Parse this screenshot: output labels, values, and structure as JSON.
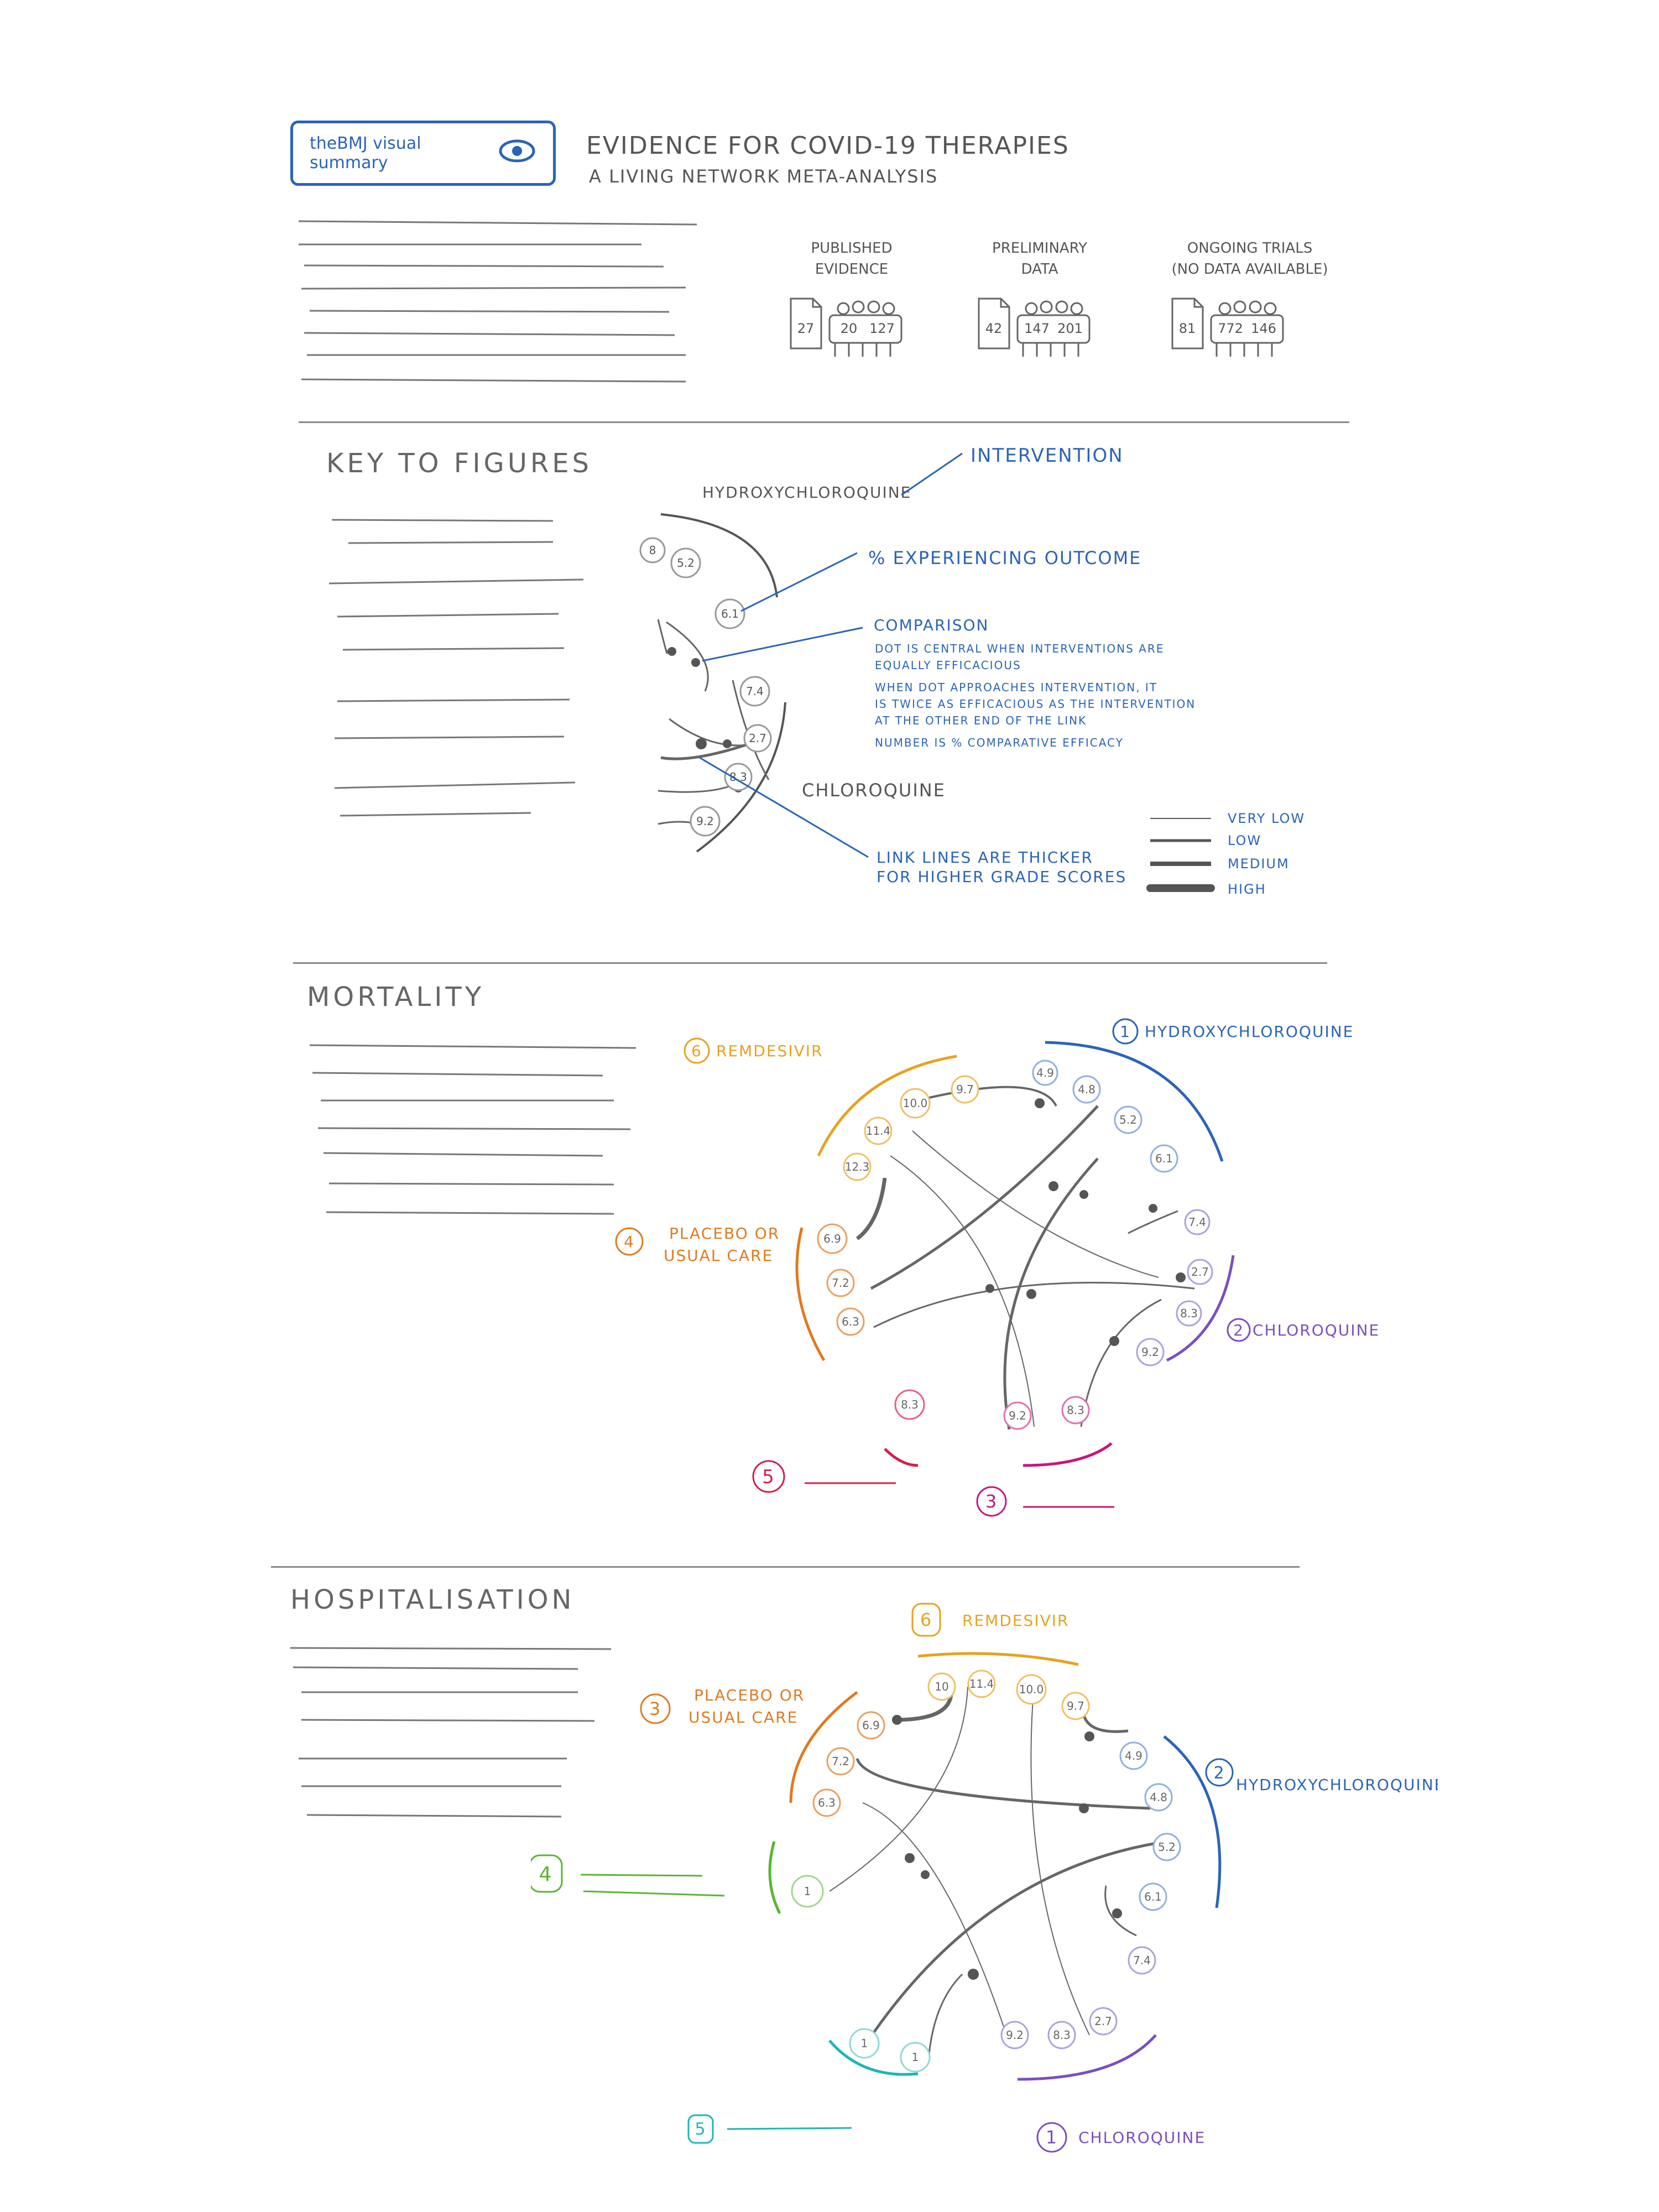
{
  "header": {
    "badge_label": "theBMJ visual summary",
    "title": "EVIDENCE FOR COVID-19 THERAPIES",
    "subtitle": "A LIVING NETWORK META-ANALYSIS"
  },
  "stats": [
    {
      "heading_line1": "PUBLISHED",
      "heading_line2": "EVIDENCE",
      "doc": "27",
      "people_a": "20",
      "people_b": "127"
    },
    {
      "heading_line1": "PRELIMINARY",
      "heading_line2": "DATA",
      "doc": "42",
      "people_a": "147",
      "people_b": "201"
    },
    {
      "heading_line1": "ONGOING TRIALS",
      "heading_line2": "(NO DATA AVAILABLE)",
      "doc": "81",
      "people_a": "772",
      "people_b": "146"
    }
  ],
  "key": {
    "title": "KEY TO FIGURES",
    "intervention_top": "HYDROXYCHLOROQUINE",
    "intervention_bottom": "CHLOROQUINE",
    "ann_intervention": "INTERVENTION",
    "ann_percent": "% EXPERIENCING OUTCOME",
    "ann_comparison": "COMPARISON",
    "ann_comparison_notes": [
      "DOT IS CENTRAL WHEN INTERVENTIONS ARE",
      "EQUALLY EFFICACIOUS",
      "WHEN DOT APPROACHES INTERVENTION, IT",
      "IS TWICE AS EFFICACIOUS AS THE INTERVENTION",
      "AT THE OTHER END OF THE LINK",
      "NUMBER IS % COMPARATIVE EFFICACY"
    ],
    "ann_link_line1": "LINK LINES ARE THICKER",
    "ann_link_line2": "FOR HIGHER GRADE SCORES",
    "nodes": [
      "8",
      "5.2",
      "6.1",
      "7.4",
      "2.7",
      "8.3",
      "9.2"
    ],
    "grade_legend": [
      "VERY LOW",
      "LOW",
      "MEDIUM",
      "HIGH"
    ]
  },
  "mortality": {
    "title": "MORTALITY",
    "groups": [
      {
        "num": "6",
        "name": "REMDESIVIR",
        "color": "#e8a21f"
      },
      {
        "num": "1",
        "name": "HYDROXYCHLOROQUINE",
        "color": "#2a64b8"
      },
      {
        "num": "4",
        "name": "PLACEBO OR",
        "name2": "USUAL CARE",
        "color": "#e07a1f"
      },
      {
        "num": "2",
        "name": "CHLOROQUINE",
        "color": "#7a4fc0"
      },
      {
        "num": "5",
        "name": "",
        "color": "#d21f4a"
      },
      {
        "num": "3",
        "name": "",
        "color": "#c8157e"
      }
    ],
    "nodes": [
      "9.7",
      "10.0",
      "11.4",
      "12.3",
      "6.9",
      "7.2",
      "6.3",
      "8.3",
      "4.9",
      "4.8",
      "5.2",
      "6.1",
      "7.4",
      "2.7",
      "8.3",
      "9.2",
      "9.2",
      "8.3"
    ]
  },
  "hospitalisation": {
    "title": "HOSPITALISATION",
    "groups": [
      {
        "num": "6",
        "name": "REMDESIVIR",
        "color": "#e8a21f"
      },
      {
        "num": "3",
        "name": "PLACEBO OR",
        "name2": "USUAL CARE",
        "color": "#e07a1f"
      },
      {
        "num": "2",
        "name": "HYDROXYCHLOROQUINE",
        "color": "#2a64b8"
      },
      {
        "num": "4",
        "name": "",
        "color": "#5ab532"
      },
      {
        "num": "5",
        "name": "",
        "color": "#1fb5b5"
      },
      {
        "num": "1",
        "name": "CHLOROQUINE",
        "color": "#7a4fc0"
      }
    ],
    "nodes": [
      "10",
      "11.4",
      "10.0",
      "9.7",
      "6.9",
      "7.2",
      "6.3",
      "4.9",
      "4.8",
      "5.2",
      "6.1",
      "7.4",
      "2.7",
      "8.3",
      "9.2",
      "1",
      "1",
      "1"
    ]
  },
  "colors": {
    "blue": "#2a64b8",
    "divider": "#888888",
    "link": "#666666"
  }
}
